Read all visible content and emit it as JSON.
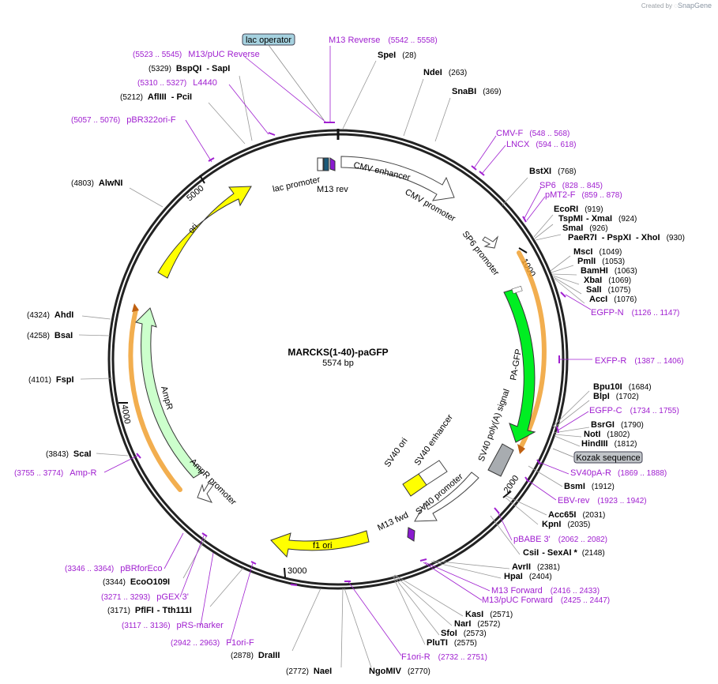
{
  "credit": {
    "prefix": "Created by",
    "brand": "SnapGene"
  },
  "plasmid": {
    "name": "MARCKS(1-40)-paGFP",
    "length": "5574 bp"
  },
  "ticks": [
    "1000",
    "2000",
    "3000",
    "4000",
    "5000"
  ],
  "colors": {
    "yellow": "#ffff00",
    "green": "#00ee22",
    "lightgreen": "#ccffcc",
    "gray": "#a8acb0",
    "primer": "#a020d0",
    "orange": "#f0a030"
  },
  "features": {
    "cmv_enhancer": "CMV enhancer",
    "cmv_promoter": "CMV promoter",
    "sp6_promoter": "SP6 promoter",
    "lac_promoter": "lac promoter",
    "m13_rev": "M13 rev",
    "pa_gfp": "PA-GFP",
    "sv40_polya": "SV40 poly(A) signal",
    "sv40_ori": "SV40 ori",
    "sv40_enhancer": "SV40 enhancer",
    "sv40_promoter": "SV40 promoter",
    "m13_fwd": "M13 fwd",
    "f1_ori": "f1 ori",
    "ampr": "AmpR",
    "ampr_promoter": "AmpR promoter",
    "ori": "ori"
  },
  "boxes": {
    "lac_operator": "lac operator",
    "kozak": "Kozak sequence"
  },
  "sites": [
    {
      "name": "SpeI",
      "pos": "(28)"
    },
    {
      "name": "NdeI",
      "pos": "(263)"
    },
    {
      "name": "SnaBI",
      "pos": "(369)"
    },
    {
      "name": "BstXI",
      "pos": "(768)"
    },
    {
      "name": "EcoRI",
      "pos": "(919)"
    },
    {
      "name": "TspMI",
      "name2": "XmaI",
      "pos": "(924)"
    },
    {
      "name": "SmaI",
      "pos": "(926)"
    },
    {
      "name": "PaeR7I",
      "name2": "PspXI",
      "name3": "XhoI",
      "pos": "(930)"
    },
    {
      "name": "MscI",
      "pos": "(1049)"
    },
    {
      "name": "PmlI",
      "pos": "(1053)"
    },
    {
      "name": "BamHI",
      "pos": "(1063)"
    },
    {
      "name": "XbaI",
      "pos": "(1069)"
    },
    {
      "name": "SalI",
      "pos": "(1075)"
    },
    {
      "name": "AccI",
      "pos": "(1076)"
    },
    {
      "name": "Bpu10I",
      "pos": "(1684)"
    },
    {
      "name": "BlpI",
      "pos": "(1702)"
    },
    {
      "name": "BsrGI",
      "pos": "(1790)"
    },
    {
      "name": "NotI",
      "pos": "(1802)"
    },
    {
      "name": "HindIII",
      "pos": "(1812)"
    },
    {
      "name": "BsmI",
      "pos": "(1912)"
    },
    {
      "name": "Acc65I",
      "pos": "(2031)"
    },
    {
      "name": "KpnI",
      "pos": "(2035)"
    },
    {
      "name": "CsiI",
      "name2": "SexAI",
      "star": "*",
      "pos": "(2148)"
    },
    {
      "name": "AvrII",
      "pos": "(2381)"
    },
    {
      "name": "HpaI",
      "pos": "(2404)"
    },
    {
      "name": "KasI",
      "pos": "(2571)"
    },
    {
      "name": "NarI",
      "pos": "(2572)"
    },
    {
      "name": "SfoI",
      "pos": "(2573)"
    },
    {
      "name": "PluTI",
      "pos": "(2575)"
    },
    {
      "name": "NgoMIV",
      "pos": "(2770)"
    },
    {
      "name": "NaeI",
      "pos": "(2772)"
    },
    {
      "name": "DraIII",
      "pos": "(2878)"
    },
    {
      "name": "PflFI",
      "name2": "Tth111I",
      "pos": "(3171)"
    },
    {
      "name": "EcoO109I",
      "pos": "(3344)"
    },
    {
      "name": "ScaI",
      "pos": "(3843)"
    },
    {
      "name": "FspI",
      "pos": "(4101)"
    },
    {
      "name": "BsaI",
      "pos": "(4258)"
    },
    {
      "name": "AhdI",
      "pos": "(4324)"
    },
    {
      "name": "AlwNI",
      "pos": "(4803)"
    },
    {
      "name": "AflIII",
      "name2": "PciI",
      "pos": "(5212)"
    },
    {
      "name": "BspQI",
      "name2": "SapI",
      "pos": "(5329)"
    }
  ],
  "primers": [
    {
      "name": "M13 Reverse",
      "pos": "(5542 .. 5558)"
    },
    {
      "name": "M13/pUC Reverse",
      "pos": "(5523 .. 5545)"
    },
    {
      "name": "L4440",
      "pos": "(5310 .. 5327)"
    },
    {
      "name": "pBR322ori-F",
      "pos": "(5057 .. 5076)"
    },
    {
      "name": "CMV-F",
      "pos": "(548 .. 568)"
    },
    {
      "name": "LNCX",
      "pos": "(594 .. 618)"
    },
    {
      "name": "SP6",
      "pos": "(828 .. 845)"
    },
    {
      "name": "pMT2-F",
      "pos": "(859 .. 878)"
    },
    {
      "name": "EGFP-N",
      "pos": "(1126 .. 1147)"
    },
    {
      "name": "EXFP-R",
      "pos": "(1387 .. 1406)"
    },
    {
      "name": "EGFP-C",
      "pos": "(1734 .. 1755)"
    },
    {
      "name": "SV40pA-R",
      "pos": "(1869 .. 1888)"
    },
    {
      "name": "EBV-rev",
      "pos": "(1923 .. 1942)"
    },
    {
      "name": "pBABE 3'",
      "pos": "(2062 .. 2082)"
    },
    {
      "name": "M13 Forward",
      "pos": "(2416 .. 2433)"
    },
    {
      "name": "M13/pUC Forward",
      "pos": "(2425 .. 2447)"
    },
    {
      "name": "F1ori-R",
      "pos": "(2732 .. 2751)"
    },
    {
      "name": "F1ori-F",
      "pos": "(2942 .. 2963)"
    },
    {
      "name": "pRS-marker",
      "pos": "(3117 .. 3136)"
    },
    {
      "name": "pGEX 3'",
      "pos": "(3271 .. 3293)"
    },
    {
      "name": "pBRforEco",
      "pos": "(3346 .. 3364)"
    },
    {
      "name": "Amp-R",
      "pos": "(3755 .. 3774)"
    }
  ]
}
